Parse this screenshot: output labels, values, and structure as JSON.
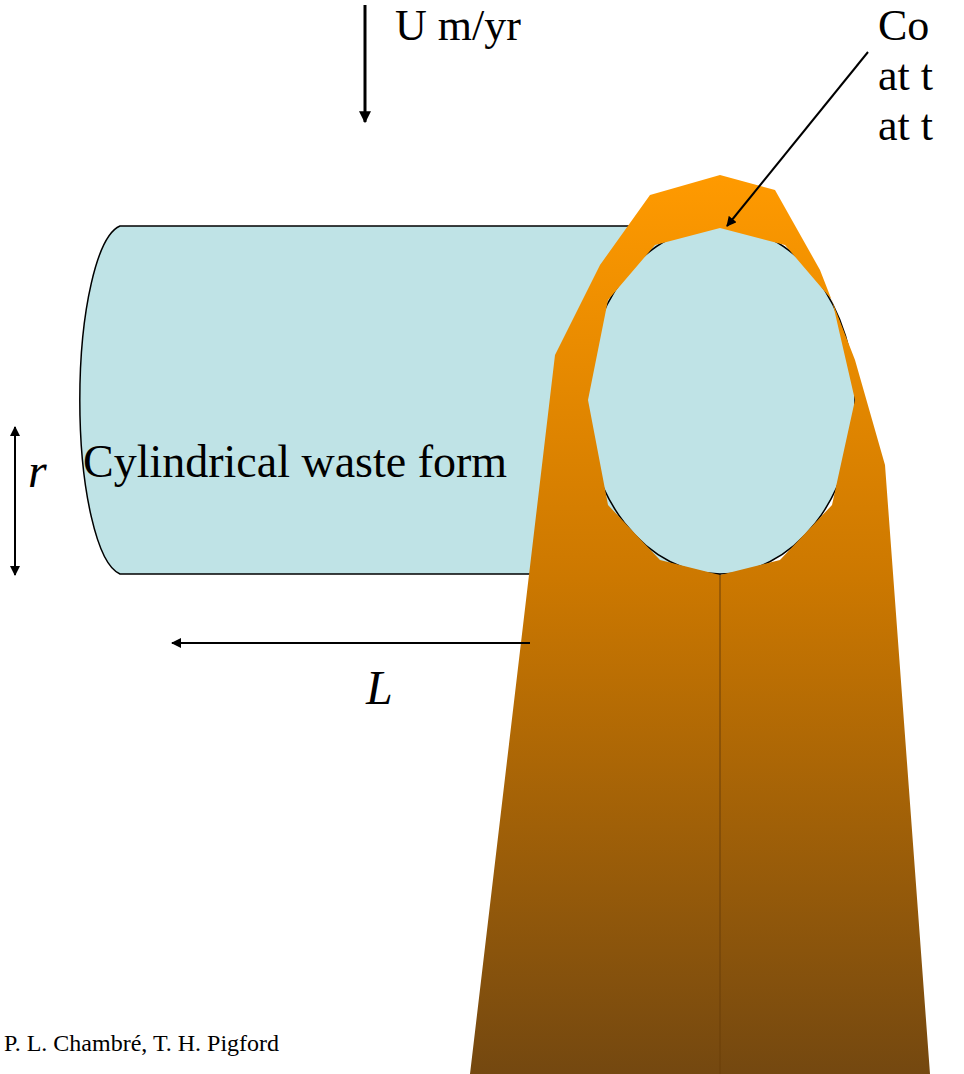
{
  "diagram": {
    "nodes": [
      {
        "text": [
          "Cylindrical waste form"
        ]
      }
    ],
    "labels": [
      "U m/yr",
      "Co",
      "at t",
      "at t",
      "r",
      "L",
      "P. L. Chambré, T. H. Pigford"
    ]
  }
}
